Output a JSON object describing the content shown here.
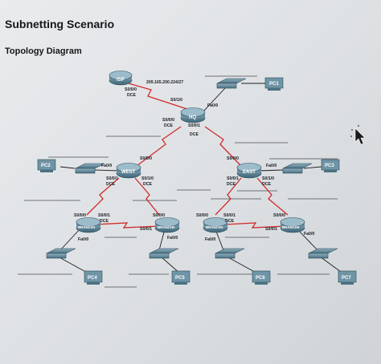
{
  "title": "Subnetting Scenario",
  "subtitle": "Topology Diagram",
  "isp": {
    "name": "ISP",
    "iface1": "S0/0/0",
    "iface2": "DCE",
    "network": "209.165.200.224/27"
  },
  "hq": {
    "name": "HQ",
    "s010": "S0/1/0",
    "fa00": "Fa0/0",
    "s000": "S0/0/0",
    "dce_left": "DCE",
    "s001": "S0/0/1",
    "dce_right": "DCE"
  },
  "west": {
    "name": "WEST",
    "s000": "S0/0/0",
    "fa00": "Fa0/0",
    "s001": "S0/0/1",
    "dce_left": "DCE",
    "s010": "S0/1/0",
    "dce_right": "DCE"
  },
  "east": {
    "name": "EAST",
    "s000": "S0/0/0",
    "fa00": "Fa0/0",
    "s001": "S0/0/1",
    "dce_left": "DCE",
    "s010": "S0/1/0",
    "dce_right": "DCE"
  },
  "branch1": {
    "name": "BRANCH1",
    "s000": "S0/0/0",
    "s001": "S0/0/1",
    "dce": "DCE",
    "fa00": "Fa0/0"
  },
  "branch2": {
    "name": "BRANCH2",
    "s000": "S0/0/0",
    "s001": "S0/0/1",
    "fa00": "Fa0/0"
  },
  "branch3": {
    "name": "BRANCH3",
    "s000": "S0/0/0",
    "s001": "S0/0/1",
    "dce": "DCE",
    "fa00": "Fa0/0"
  },
  "branch4": {
    "name": "BRANCH4",
    "s000": "S0/0/0",
    "s001": "S0/0/1",
    "fa00": "Fa0/0"
  },
  "pcs": [
    "PC1",
    "PC2",
    "PC3",
    "PC4",
    "PC5",
    "PC6",
    "PC7"
  ]
}
